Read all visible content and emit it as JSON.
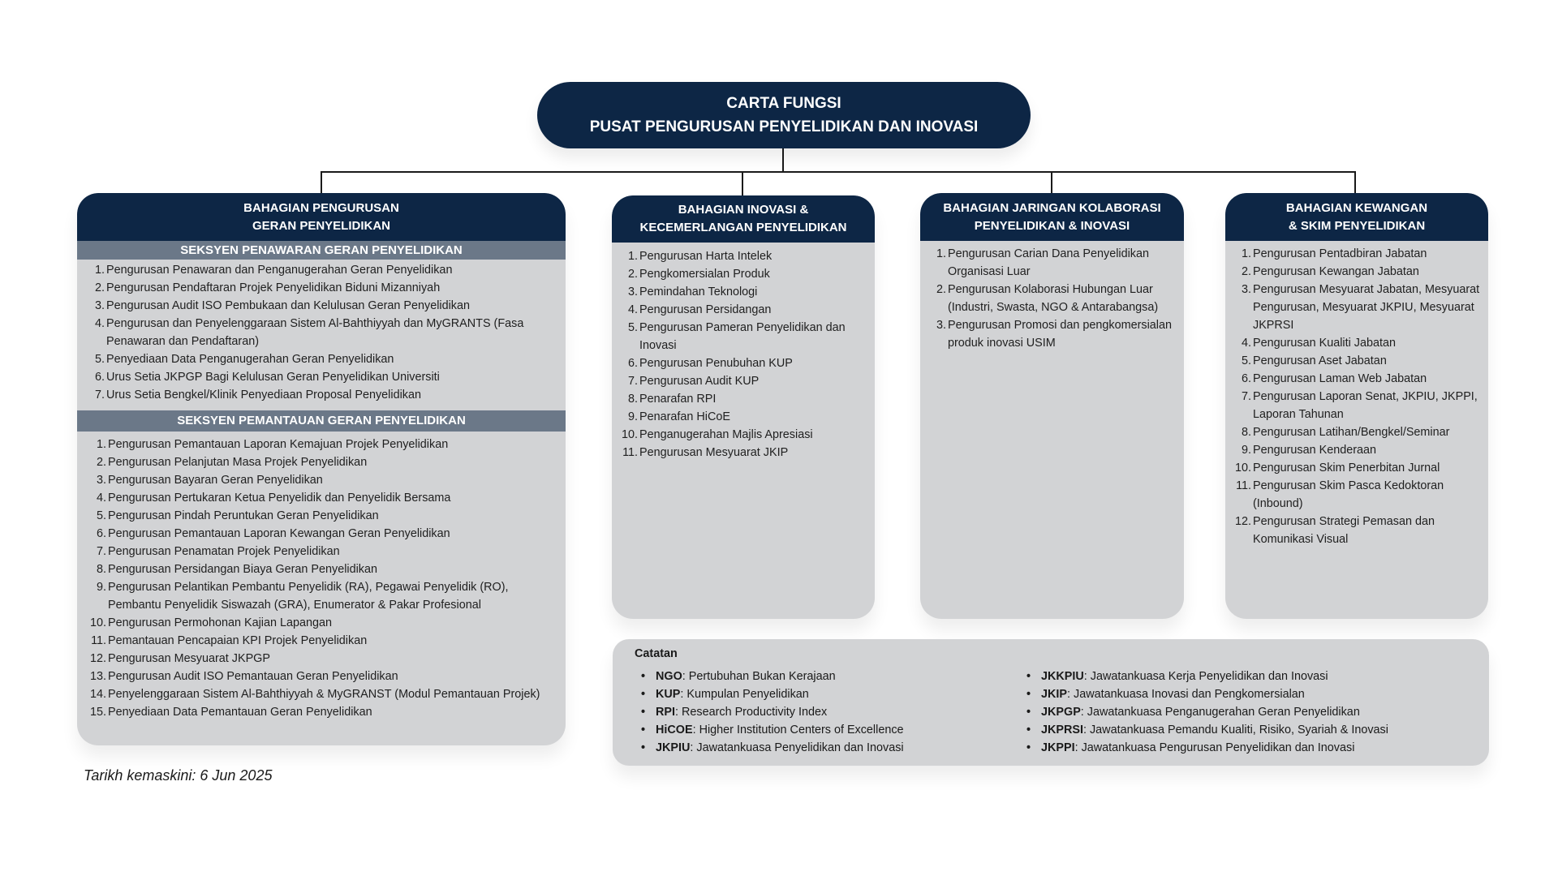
{
  "header": {
    "line1": "CARTA FUNGSI",
    "line2": "PUSAT PENGURUSAN PENYELIDIKAN DAN INOVASI"
  },
  "divisions": {
    "geran": {
      "title1": "BAHAGIAN PENGURUSAN",
      "title2": "GERAN PENYELIDIKAN",
      "sections": [
        {
          "title": "SEKSYEN PENAWARAN  GERAN PENYELIDIKAN",
          "items": [
            "Pengurusan Penawaran dan Penganugerahan Geran Penyelidikan",
            "Pengurusan Pendaftaran Projek Penyelidikan Biduni Mizanniyah",
            "Pengurusan Audit ISO Pembukaan dan Kelulusan Geran Penyelidikan",
            "Pengurusan dan Penyelenggaraan Sistem Al-Bahthiyyah dan MyGRANTS (Fasa Penawaran dan Pendaftaran)",
            "Penyediaan Data Penganugerahan Geran Penyelidikan",
            "Urus Setia JKPGP Bagi Kelulusan Geran Penyelidikan Universiti",
            "Urus Setia Bengkel/Klinik Penyediaan Proposal Penyelidikan"
          ]
        },
        {
          "title": "SEKSYEN PEMANTAUAN GERAN PENYELIDIKAN",
          "items": [
            "Pengurusan Pemantauan Laporan Kemajuan Projek Penyelidikan",
            "Pengurusan Pelanjutan Masa Projek Penyelidikan",
            "Pengurusan Bayaran Geran Penyelidikan",
            "Pengurusan Pertukaran Ketua Penyelidik dan Penyelidik Bersama",
            "Pengurusan Pindah Peruntukan Geran Penyelidikan",
            "Pengurusan Pemantauan Laporan Kewangan Geran Penyelidikan",
            "Pengurusan Penamatan Projek Penyelidikan",
            "Pengurusan Persidangan Biaya Geran Penyelidikan",
            "Pengurusan Pelantikan Pembantu Penyelidik (RA), Pegawai Penyelidik (RO), Pembantu Penyelidik Siswazah (GRA), Enumerator & Pakar Profesional",
            "Pengurusan Permohonan Kajian Lapangan",
            "Pemantauan Pencapaian KPI Projek Penyelidikan",
            "Pengurusan Mesyuarat JKPGP",
            "Pengurusan Audit ISO Pemantauan Geran Penyelidikan",
            "Penyelenggaraan Sistem Al-Bahthiyyah & MyGRANST (Modul Pemantauan Projek)",
            "Penyediaan Data Pemantauan Geran Penyelidikan"
          ]
        }
      ]
    },
    "inovasi": {
      "title1": "BAHAGIAN INOVASI &",
      "title2": "KECEMERLANGAN PENYELIDIKAN",
      "items": [
        "Pengurusan Harta Intelek",
        "Pengkomersialan Produk",
        "Pemindahan Teknologi",
        "Pengurusan Persidangan",
        "Pengurusan Pameran Penyelidikan dan Inovasi",
        "Pengurusan Penubuhan KUP",
        "Pengurusan Audit KUP",
        "Penarafan RPI",
        "Penarafan HiCoE",
        "Penganugerahan Majlis Apresiasi",
        "Pengurusan Mesyuarat JKIP"
      ]
    },
    "jaringan": {
      "title1": "BAHAGIAN JARINGAN KOLABORASI",
      "title2": "PENYELIDIKAN & INOVASI",
      "items": [
        "Pengurusan Carian Dana Penyelidikan Organisasi Luar",
        "Pengurusan Kolaborasi Hubungan Luar (Industri, Swasta, NGO & Antarabangsa)",
        "Pengurusan Promosi dan pengkomersialan produk inovasi USIM"
      ]
    },
    "kewangan": {
      "title1": "BAHAGIAN KEWANGAN",
      "title2": "& SKIM PENYELIDIKAN",
      "items": [
        "Pengurusan Pentadbiran Jabatan",
        "Pengurusan Kewangan Jabatan",
        "Pengurusan Mesyuarat Jabatan, Mesyuarat Pengurusan, Mesyuarat JKPIU, Mesyuarat JKPRSI",
        "Pengurusan Kualiti Jabatan",
        "Pengurusan Aset Jabatan",
        "Pengurusan Laman Web Jabatan",
        "Pengurusan Laporan Senat, JKPIU, JKPPI, Laporan Tahunan",
        "Pengurusan Latihan/Bengkel/Seminar",
        "Pengurusan Kenderaan",
        "Pengurusan Skim Penerbitan Jurnal",
        "Pengurusan Skim Pasca Kedoktoran (Inbound)",
        "Pengurusan Strategi Pemasan dan Komunikasi Visual"
      ]
    }
  },
  "notes": {
    "title": "Catatan",
    "left": [
      {
        "abbr": "NGO",
        "desc": ": Pertubuhan Bukan Kerajaan"
      },
      {
        "abbr": "KUP",
        "desc": ": Kumpulan Penyelidikan"
      },
      {
        "abbr": "RPI",
        "desc": ": Research Productivity Index"
      },
      {
        "abbr": "HiCOE",
        "desc": ": Higher Institution Centers of Excellence"
      },
      {
        "abbr": "JKPIU",
        "desc": ": Jawatankuasa Penyelidikan dan Inovasi"
      }
    ],
    "right": [
      {
        "abbr": "JKKPIU",
        "desc": ": Jawatankuasa Kerja Penyelidikan dan Inovasi"
      },
      {
        "abbr": "JKIP",
        "desc": ": Jawatankuasa Inovasi dan Pengkomersialan"
      },
      {
        "abbr": "JKPGP",
        "desc": ": Jawatankuasa Penganugerahan Geran Penyelidikan"
      },
      {
        "abbr": "JKPRSI",
        "desc": ": Jawatankuasa Pemandu Kualiti, Risiko, Syariah & Inovasi"
      },
      {
        "abbr": "JKPPI",
        "desc": ": Jawatankuasa Pengurusan Penyelidikan dan Inovasi"
      }
    ]
  },
  "updated": "Tarikh kemaskini: 6 Jun 2025",
  "colors": {
    "navy": "#0d2645",
    "section": "#6b7888",
    "panel": "#d2d3d5"
  }
}
